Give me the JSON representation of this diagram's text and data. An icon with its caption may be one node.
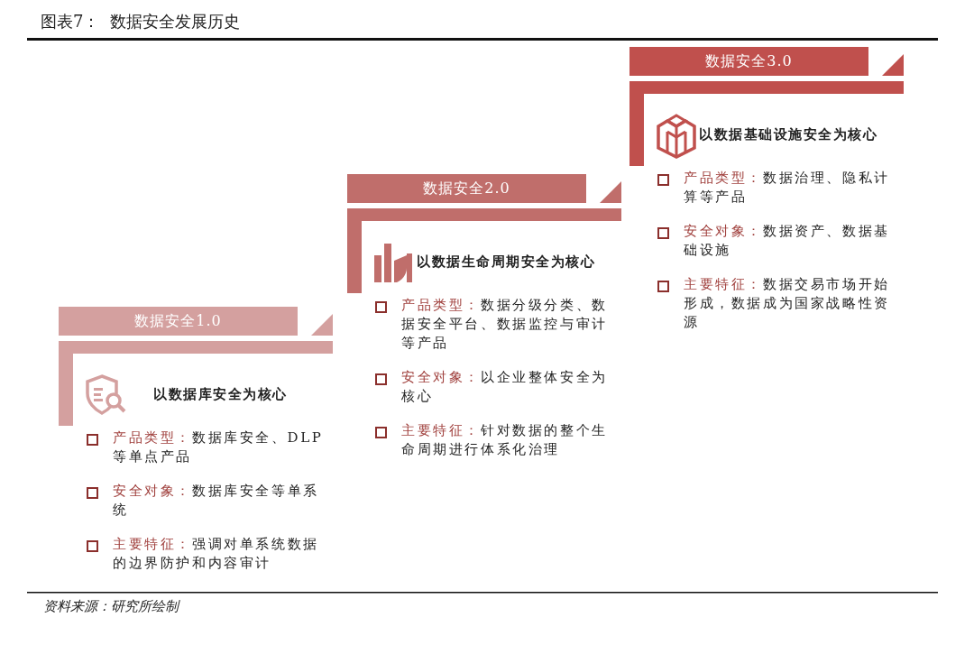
{
  "diagram": {
    "title": "图表7：  数据安全发展历史",
    "caption": "资料来源：研究所绘制",
    "nodes": [
      {
        "text": [
          "数据安全1.0"
        ]
      },
      {
        "text": [
          "数据安全2.0"
        ]
      },
      {
        "text": [
          "数据安全3.0"
        ]
      }
    ],
    "labels": [
      "以数据库安全为核心",
      "**产品类型：**数据库安全、DLP等单点产品",
      "**安全对象：**数据库安全等单系统",
      "**主要特征：**强调对单系统数据的边界防护和内容审计",
      "以数据生命周期安全为核心",
      "**产品类型：**数据分级分类、数据安全平台、数据监控与审计等产品",
      "**安全对象：**以企业整体安全为核心",
      "**主要特征：**针对数据的整个生命周期进行体系化治理",
      "以数据基础设施安全为核心",
      "**产品类型：**数据治理、隐私计算等产品",
      "**安全对象：**数据资产、数据基础设施",
      "**主要特征：**数据交易市场开始形成，数据成为国家战略性资源"
    ]
  }
}
